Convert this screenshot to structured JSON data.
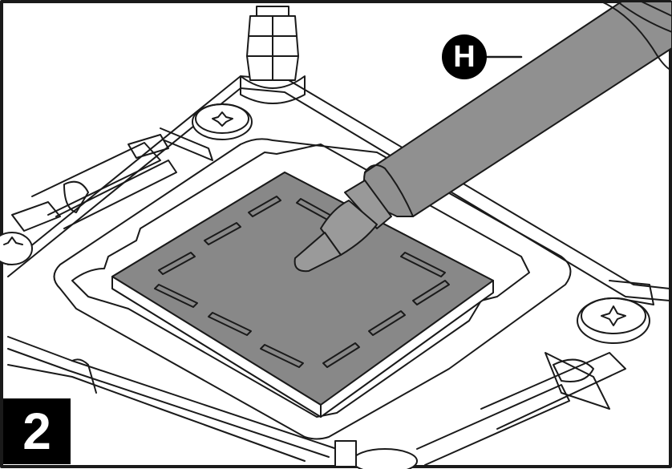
{
  "diagram": {
    "step_number": "2",
    "callout_letter": "H",
    "colors": {
      "line": "#1a1a1a",
      "cpu_surface": "#888888",
      "syringe_body": "#909090",
      "syringe_tip": "#9a9a9a",
      "background": "#ffffff",
      "badge": "#000000"
    },
    "icons": [
      "thermal-paste-syringe",
      "cpu-ihs",
      "mounting-screw",
      "retention-lever",
      "standoff-nut"
    ]
  }
}
